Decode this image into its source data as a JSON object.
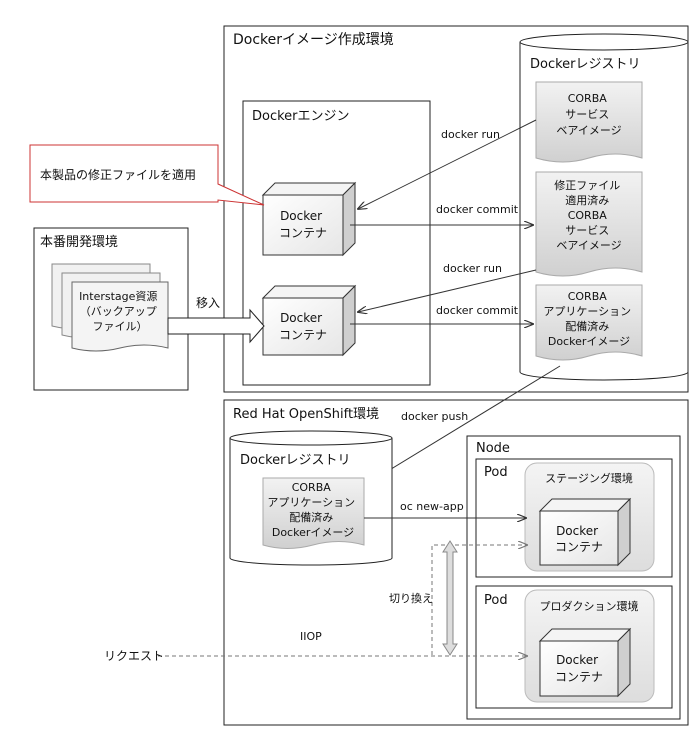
{
  "docker_build_env": {
    "title": "Dockerイメージ作成環境",
    "engine": {
      "title": "Dockerエンジン",
      "container_top": [
        "Docker",
        "コンテナ"
      ],
      "container_bottom": [
        "Docker",
        "コンテナ"
      ]
    },
    "registry": {
      "title": "Dockerレジストリ",
      "doc1": [
        "CORBA",
        "サービス",
        "ベアイメージ"
      ],
      "doc2": [
        "修正ファイル",
        "適用済み",
        "CORBA",
        "サービス",
        "ベアイメージ"
      ],
      "doc3": [
        "CORBA",
        "アプリケーション",
        "配備済み",
        "Dockerイメージ"
      ]
    }
  },
  "callout": "本製品の修正ファイルを適用",
  "prod_dev_env": {
    "title": "本番開発環境",
    "doc": [
      "Interstage資源",
      "（バックアップ",
      "ファイル）"
    ]
  },
  "arrows": {
    "docker_run_1": "docker run",
    "docker_commit_1": "docker commit",
    "docker_run_2": "docker run",
    "docker_commit_2": "docker commit",
    "migrate": "移入",
    "docker_push": "docker push",
    "oc_new_app": "oc new-app",
    "switch": "切り換え",
    "iiop": "IIOP",
    "request": "リクエスト"
  },
  "openshift_env": {
    "title": "Red Hat OpenShift環境",
    "registry": {
      "title": "Dockerレジストリ",
      "doc": [
        "CORBA",
        "アプリケーション",
        "配備済み",
        "Dockerイメージ"
      ]
    },
    "node": {
      "title": "Node",
      "pod1": {
        "title": "Pod",
        "env": "ステージング環境",
        "container": [
          "Docker",
          "コンテナ"
        ]
      },
      "pod2": {
        "title": "Pod",
        "env": "プロダクション環境",
        "container": [
          "Docker",
          "コンテナ"
        ]
      }
    }
  }
}
